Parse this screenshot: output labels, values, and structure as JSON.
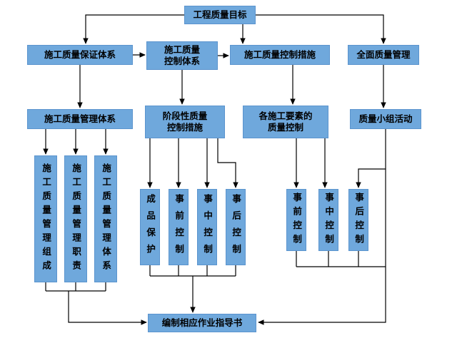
{
  "diagram": {
    "type": "flowchart",
    "language": "zh-CN"
  },
  "nodes": {
    "goal": "工程质量目标",
    "assurance_system": "施工质量保证体系",
    "control_system": "施工质量\n控制体系",
    "control_measures": "施工质量控制措施",
    "total_quality_mgmt": "全面质量管理",
    "mgmt_system": "施工质量管理体系",
    "phased_measures": "阶段性质量\n控制措施",
    "element_quality_control": "各施工要素的\n质量控制",
    "quality_group_activity": "质量小组活动",
    "mgmt_composition": "施工质量管理组成",
    "mgmt_duties": "施工质量管理职责",
    "mgmt_system_detail": "施工质量管理体系",
    "finished_product_protection": "成品保护",
    "pre_control_mid": "事前控制",
    "in_control_mid": "事中控制",
    "post_control_mid": "事后控制",
    "pre_control_right": "事前控制",
    "in_control_right": "事中控制",
    "post_control_right": "事后控制",
    "work_instructions": "编制相应作业指导书"
  },
  "colors": {
    "node_fill": "#6FA8DC",
    "node_border": "#5B94CE",
    "connector": "#000000",
    "text": "#000000",
    "background": "#FFFFFF"
  }
}
